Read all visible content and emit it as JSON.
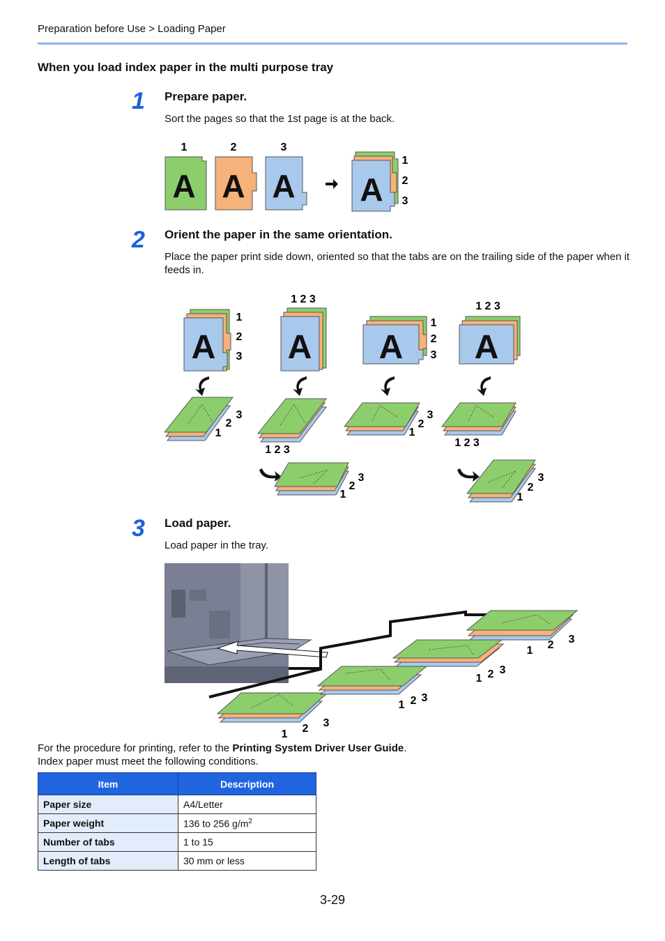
{
  "header": {
    "breadcrumb": "Preparation before Use > Loading Paper"
  },
  "section_title": "When you load index paper in the multi purpose tray",
  "steps": [
    {
      "number": "1",
      "title": "Prepare paper.",
      "text": "Sort the pages so that the 1st page is at the back."
    },
    {
      "number": "2",
      "title": "Orient the paper in the same orientation.",
      "text": "Place the paper print side down, oriented so that the tabs are on the trailing side of the paper when it feeds in."
    },
    {
      "number": "3",
      "title": "Load paper.",
      "text": "Load paper in the tray."
    }
  ],
  "figure_labels": {
    "sheet_letter": "A",
    "tab_1": "1",
    "tab_2": "2",
    "tab_3": "3",
    "tabs_row": "1 2 3"
  },
  "notes": {
    "printing_prefix": "For the procedure for printing, refer to the ",
    "printing_guide": "Printing System Driver User Guide",
    "printing_suffix": ".",
    "conditions": "Index paper must meet the following conditions."
  },
  "table": {
    "headers": [
      "Item",
      "Description"
    ],
    "rows": [
      {
        "item": "Paper size",
        "description": "A4/Letter",
        "sup": ""
      },
      {
        "item": "Paper weight",
        "description": "136 to 256 g/m",
        "sup": "2"
      },
      {
        "item": "Number of tabs",
        "description": "1 to 15",
        "sup": ""
      },
      {
        "item": "Length of tabs",
        "description": "30 mm or less",
        "sup": ""
      }
    ]
  },
  "colors": {
    "green": "#8dce6c",
    "orange": "#f5b27a",
    "blue": "#a9c9ec",
    "accent": "#2164e0"
  },
  "page_number": "3-29"
}
